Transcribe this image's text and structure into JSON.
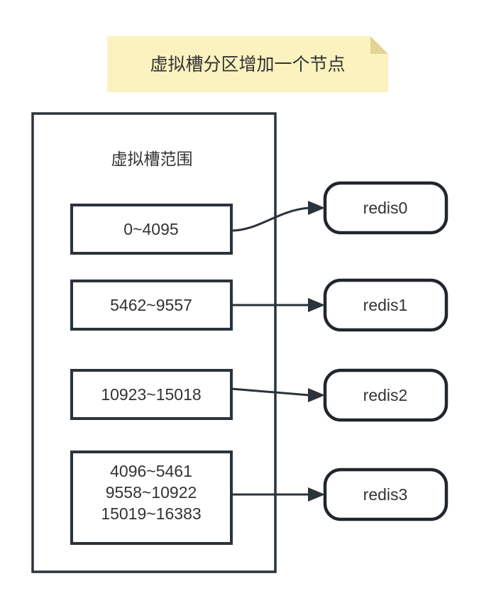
{
  "banner": {
    "title": "虚拟槽分区增加一个节点",
    "bg_color": "#fbf2c0",
    "fold_color": "#e3d397"
  },
  "container": {
    "label": "虚拟槽范围",
    "border_color": "#2b333b"
  },
  "slots": [
    {
      "id": "slot-0",
      "lines": [
        "0~4095"
      ]
    },
    {
      "id": "slot-1",
      "lines": [
        "5462~9557"
      ]
    },
    {
      "id": "slot-2",
      "lines": [
        "10923~15018"
      ]
    },
    {
      "id": "slot-3",
      "lines": [
        "4096~5461",
        "9558~10922",
        "15019~16383"
      ]
    }
  ],
  "slot_labels": {
    "s0_l0": "0~4095",
    "s1_l0": "5462~9557",
    "s2_l0": "10923~15018",
    "s3_l0": "4096~5461",
    "s3_l1": "9558~10922",
    "s3_l2": "15019~16383"
  },
  "nodes": [
    {
      "id": "node-redis0",
      "label": "redis0"
    },
    {
      "id": "node-redis1",
      "label": "redis1"
    },
    {
      "id": "node-redis2",
      "label": "redis2"
    },
    {
      "id": "node-redis3",
      "label": "redis3"
    }
  ],
  "node_labels": {
    "n0": "redis0",
    "n1": "redis1",
    "n2": "redis2",
    "n3": "redis3"
  },
  "edges": [
    {
      "from": "slot-0",
      "to": "node-redis0",
      "style": "curved"
    },
    {
      "from": "slot-1",
      "to": "node-redis1",
      "style": "straight"
    },
    {
      "from": "slot-2",
      "to": "node-redis2",
      "style": "straight"
    },
    {
      "from": "slot-3",
      "to": "node-redis3",
      "style": "straight"
    }
  ],
  "colors": {
    "stroke": "#2b333b",
    "text": "#333333",
    "background": "#ffffff"
  }
}
